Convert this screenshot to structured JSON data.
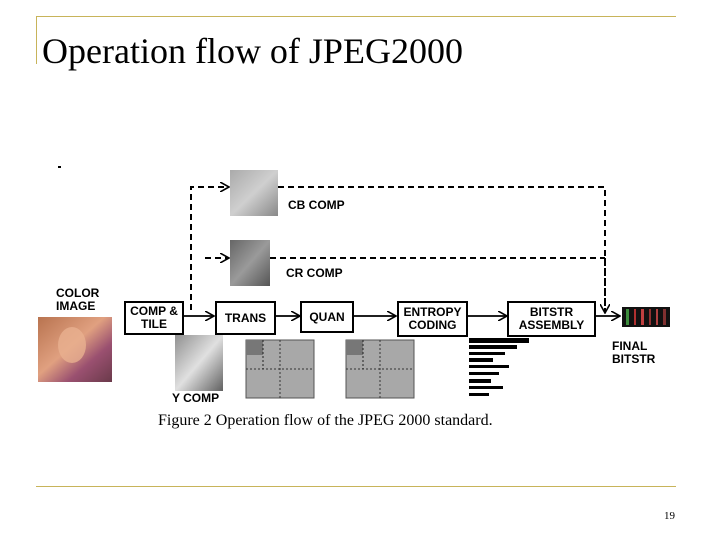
{
  "slide": {
    "title": "Operation flow of JPEG2000",
    "page_number": "19",
    "accent_color": "#c8b45a"
  },
  "figure": {
    "caption": "Figure 2 Operation flow of the JPEG 2000 standard.",
    "input_label": "COLOR\nIMAGE",
    "output_label": "FINAL\nBITSTR",
    "components": {
      "cb": "CB COMP",
      "cr": "CR COMP",
      "y": "Y COMP"
    },
    "stages": [
      {
        "id": "comp-tile",
        "label": "COMP &\nTILE"
      },
      {
        "id": "trans",
        "label": "TRANS"
      },
      {
        "id": "quan",
        "label": "QUAN"
      },
      {
        "id": "entropy",
        "label": "ENTROPY\nCODING"
      },
      {
        "id": "bitstr",
        "label": "BITSTR\nASSEMBLY"
      }
    ]
  }
}
